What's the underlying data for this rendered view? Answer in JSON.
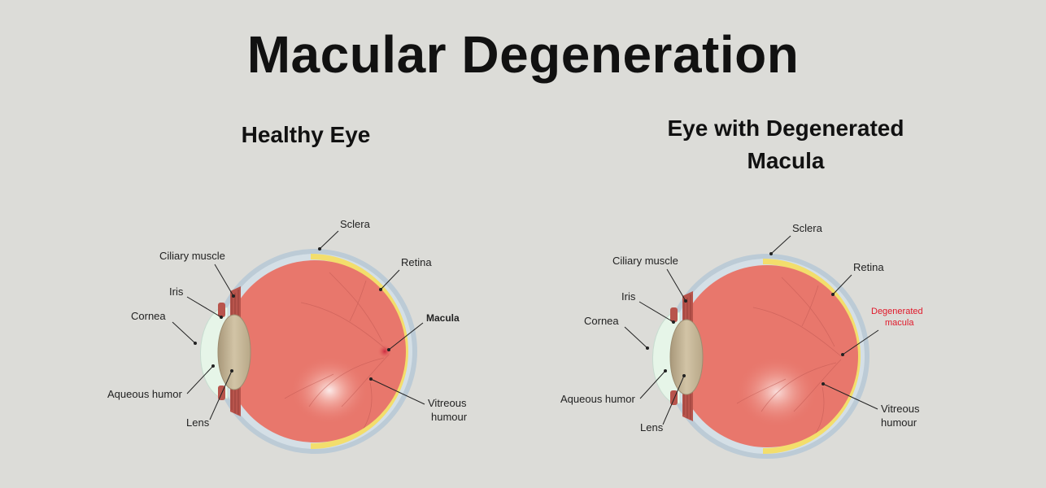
{
  "title": "Macular Degeneration",
  "healthy": {
    "title": "Healthy Eye",
    "labels": {
      "sclera": "Sclera",
      "ciliary": "Ciliary muscle",
      "retina": "Retina",
      "iris": "Iris",
      "cornea": "Cornea",
      "macula": "Macula",
      "aqueous": "Aqueous humor",
      "lens": "Lens",
      "vitreous_1": "Vitreous",
      "vitreous_2": "humour"
    }
  },
  "degenerated": {
    "title_line1": "Eye with Degenerated",
    "title_line2": "Macula",
    "labels": {
      "sclera": "Sclera",
      "ciliary": "Ciliary muscle",
      "retina": "Retina",
      "iris": "Iris",
      "cornea": "Cornea",
      "degen_1": "Degenerated",
      "degen_2": "macula",
      "aqueous": "Aqueous humor",
      "lens": "Lens",
      "vitreous_1": "Vitreous",
      "vitreous_2": "humour"
    }
  },
  "colors": {
    "background": "#dcdcd8",
    "sclera": "#bccbd6",
    "retina": "#f3de6c",
    "vitreous": "#e8776c",
    "lens": "#c9b99a",
    "cornea": "#e6f5e8",
    "muscle": "#b8544c",
    "highlight": "#e0192a"
  }
}
